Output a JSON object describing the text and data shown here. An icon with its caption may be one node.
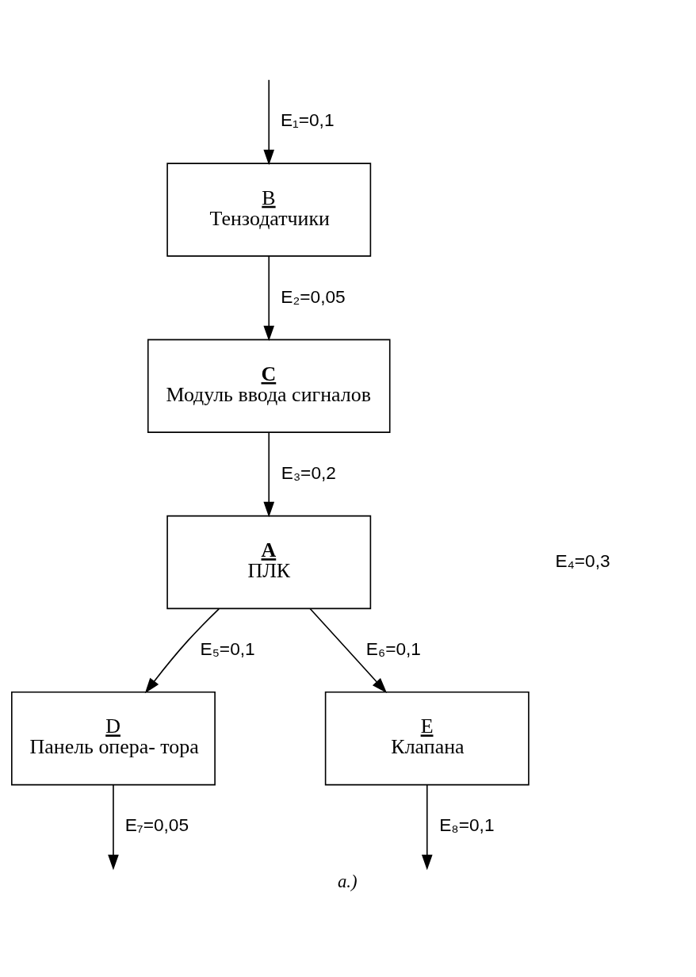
{
  "diagram": {
    "caption": "a.)",
    "nodes": [
      {
        "text": [
          "B",
          "Тензодатчики"
        ]
      },
      {
        "text": [
          "C",
          "Модуль ввода сигналов"
        ]
      },
      {
        "text": [
          "A",
          "ПЛК"
        ]
      },
      {
        "text": [
          "D",
          "Панель опера- тора"
        ]
      },
      {
        "text": [
          "E",
          "Клапана"
        ]
      }
    ],
    "edges": [
      {
        "from": null,
        "to": 0,
        "arrow": "to",
        "label": "E₁=0,1"
      },
      {
        "from": 0,
        "to": 1,
        "arrow": "to",
        "label": "E₂=0,05"
      },
      {
        "from": 1,
        "to": 2,
        "arrow": "to",
        "label": "E₃=0,2"
      },
      {
        "from": 2,
        "to": 3,
        "arrow": "to",
        "label": "E₅=0,1"
      },
      {
        "from": 2,
        "to": 4,
        "arrow": "to",
        "label": "E₆=0,1"
      },
      {
        "from": 3,
        "to": null,
        "arrow": "to",
        "label": "E₇=0,05"
      },
      {
        "from": 4,
        "to": null,
        "arrow": "to",
        "label": "E₈=0,1"
      }
    ],
    "labels": [
      "E₄=0,3"
    ]
  }
}
